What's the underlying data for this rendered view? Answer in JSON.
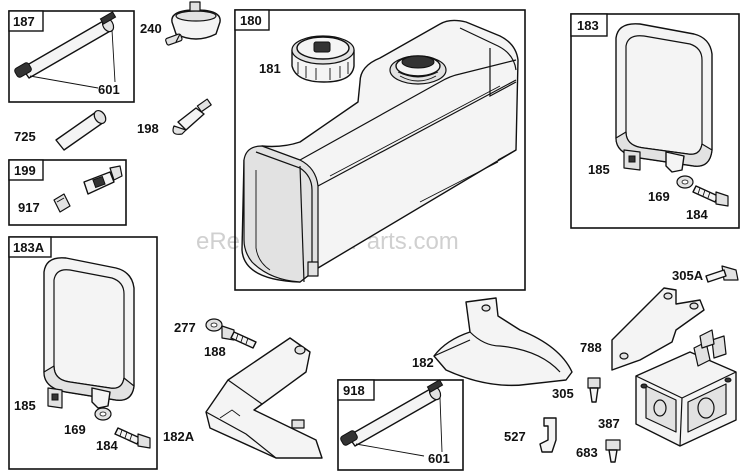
{
  "watermark": "eReplacementParts.com",
  "boxes": [
    {
      "id": "187",
      "label": "187"
    },
    {
      "id": "180",
      "label": "180"
    },
    {
      "id": "183",
      "label": "183"
    },
    {
      "id": "199",
      "label": "199"
    },
    {
      "id": "183A",
      "label": "183A"
    },
    {
      "id": "918",
      "label": "918"
    }
  ],
  "labels": {
    "p240": "240",
    "p601a": "601",
    "p725": "725",
    "p198": "198",
    "p917": "917",
    "p181": "181",
    "p185a": "185",
    "p169a": "169",
    "p184a": "184",
    "p277": "277",
    "p188": "188",
    "p185b": "185",
    "p169b": "169",
    "p184b": "184",
    "p182A": "182A",
    "p182": "182",
    "p601b": "601",
    "p305A": "305A",
    "p788": "788",
    "p305": "305",
    "p387": "387",
    "p527": "527",
    "p683": "683"
  }
}
